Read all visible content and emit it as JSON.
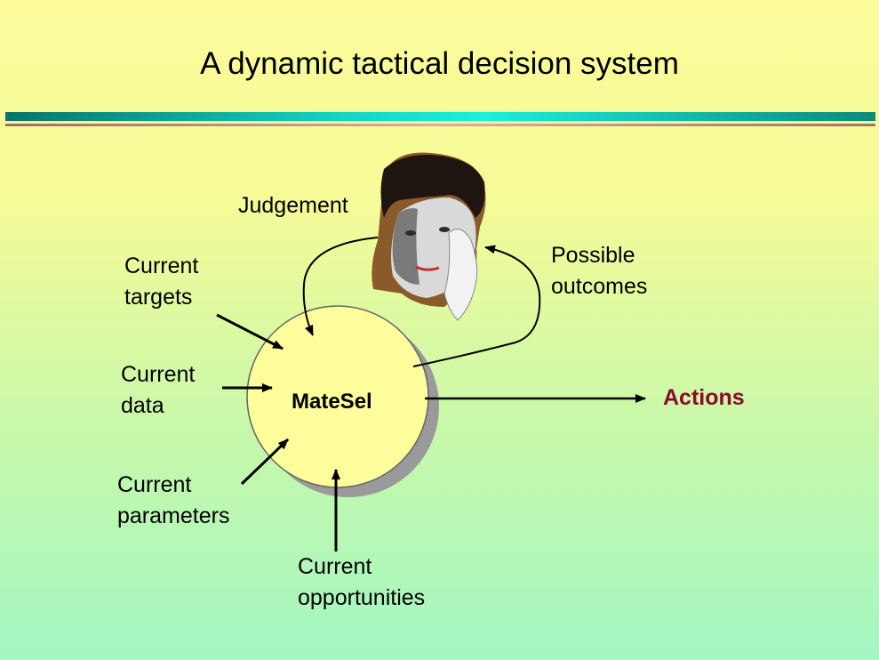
{
  "slide": {
    "title": "A dynamic tactical decision system"
  },
  "diagram": {
    "center_node": "MateSel",
    "inputs": {
      "targets": "Current\ntargets",
      "data": "Current\ndata",
      "parameters": "Current\nparameters",
      "opportunities": "Current\nopportunities"
    },
    "feedback": {
      "judgement": "Judgement",
      "outcomes": "Possible\noutcomes"
    },
    "output": "Actions",
    "colors": {
      "node_fill": "#fdfd9c",
      "node_shadow": "#9a9a9a",
      "actions_text": "#8b0a2c",
      "rule_accent": "#12d8c4"
    },
    "icons": [
      "thinking-person-icon"
    ]
  }
}
